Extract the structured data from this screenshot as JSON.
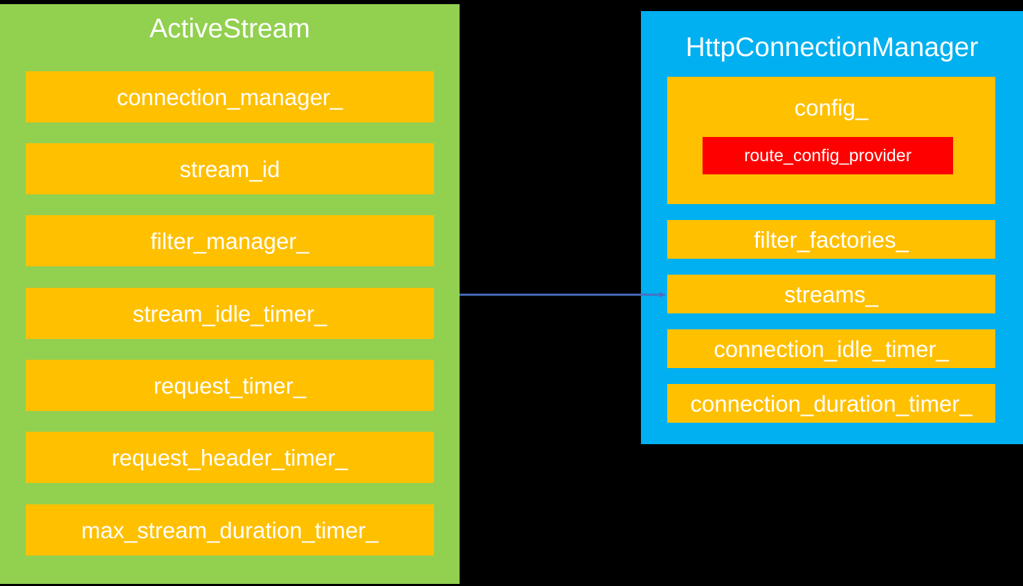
{
  "diagram": {
    "type": "class-relationship-diagram",
    "background_color": "#000000",
    "panels": [
      {
        "id": "active-stream",
        "title": "ActiveStream",
        "color": "#92D050",
        "member_color": "#FFC000",
        "members": [
          {
            "label": "connection_manager_"
          },
          {
            "label": "stream_id"
          },
          {
            "label": "filter_manager_"
          },
          {
            "label": "stream_idle_timer_"
          },
          {
            "label": "request_timer_"
          },
          {
            "label": "request_header_timer_"
          },
          {
            "label": "max_stream_duration_timer_"
          }
        ]
      },
      {
        "id": "http-connection-manager",
        "title": "HttpConnectionManager",
        "color": "#00B0F0",
        "member_color": "#FFC000",
        "config": {
          "label": "config_",
          "nested": {
            "label": "route_config_provider",
            "color": "#FF0000"
          }
        },
        "members": [
          {
            "label": "filter_factories_"
          },
          {
            "label": "streams_"
          },
          {
            "label": "connection_idle_timer_"
          },
          {
            "label": "connection_duration_timer_"
          }
        ]
      }
    ],
    "connector": {
      "from": "active-stream.connection_manager_",
      "to": "http-connection-manager.streams_",
      "color": "#4A6FC4",
      "style": "solid-arrow"
    }
  }
}
